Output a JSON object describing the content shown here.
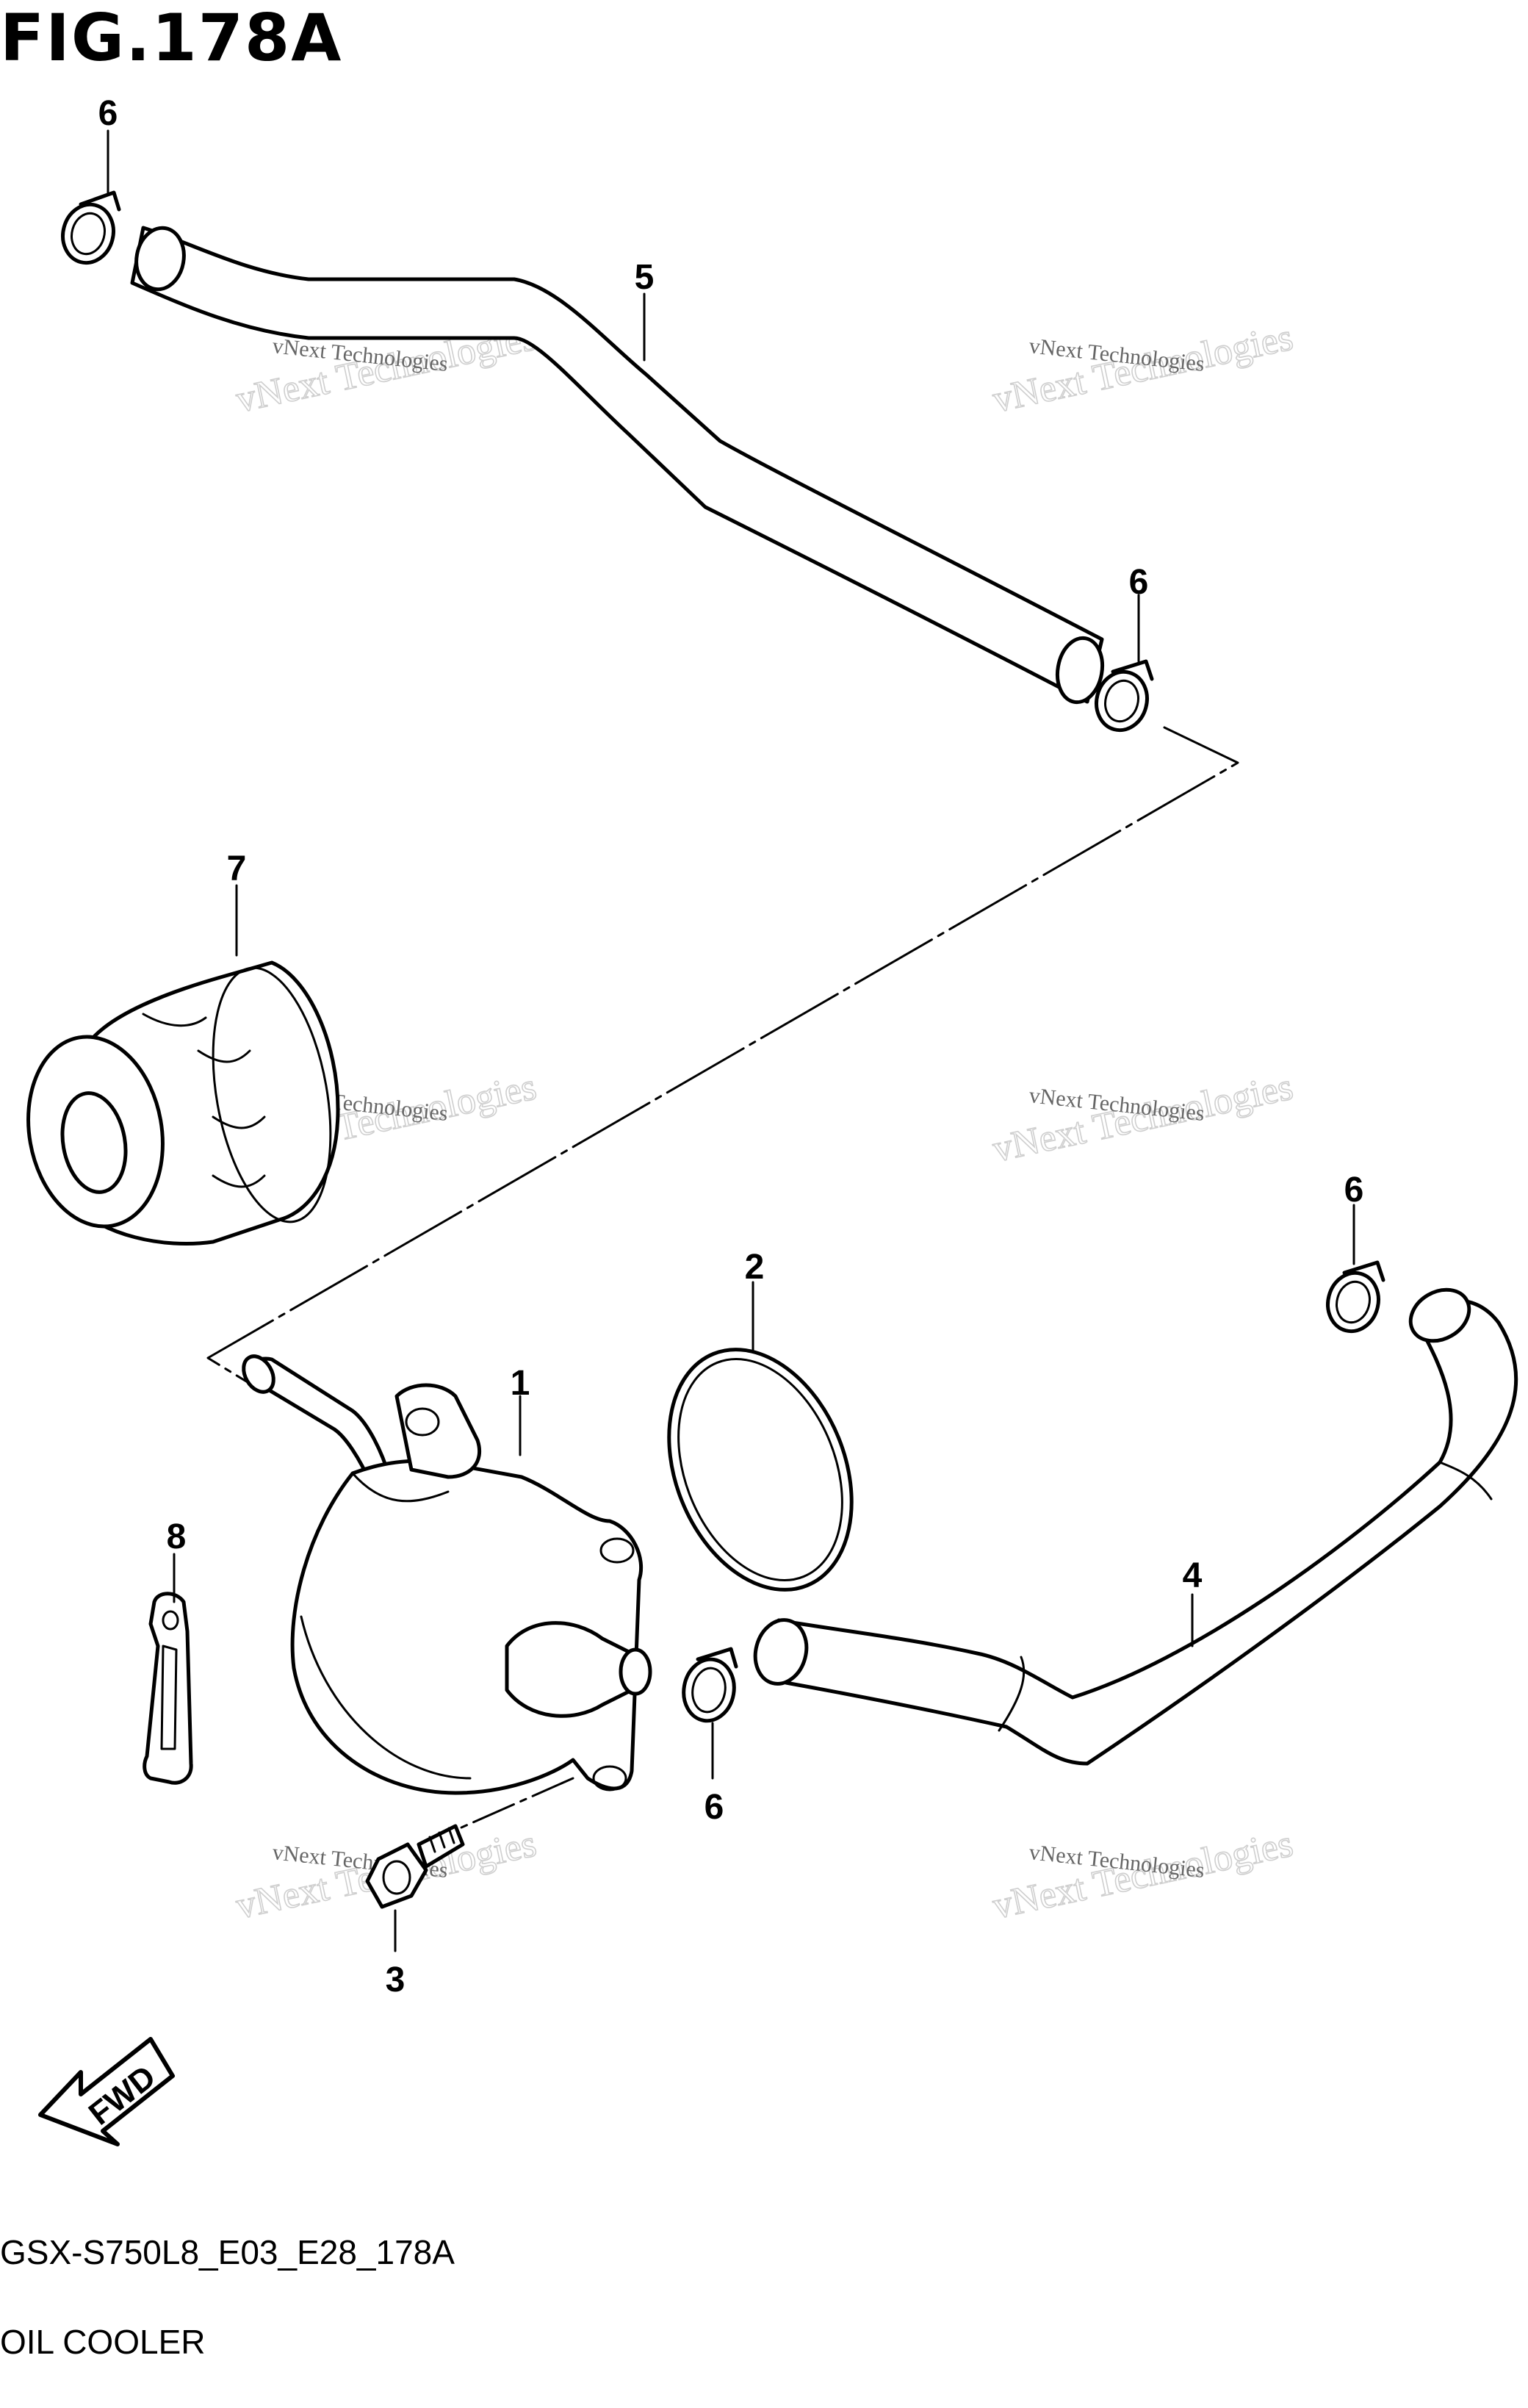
{
  "title": "FIG.178A",
  "drawing_code": "GSX-S750L8_E03_E28_178A",
  "caption": "OIL COOLER",
  "fwd_label": "FWD",
  "watermark": {
    "line1": "vNext Technologies",
    "line2": "vNext Technologies"
  },
  "callouts": [
    {
      "id": "6a",
      "label": "6"
    },
    {
      "id": "5",
      "label": "5"
    },
    {
      "id": "6b",
      "label": "6"
    },
    {
      "id": "7",
      "label": "7"
    },
    {
      "id": "2",
      "label": "2"
    },
    {
      "id": "6c",
      "label": "6"
    },
    {
      "id": "1",
      "label": "1"
    },
    {
      "id": "8",
      "label": "8"
    },
    {
      "id": "4",
      "label": "4"
    },
    {
      "id": "6d",
      "label": "6"
    },
    {
      "id": "3",
      "label": "3"
    }
  ]
}
